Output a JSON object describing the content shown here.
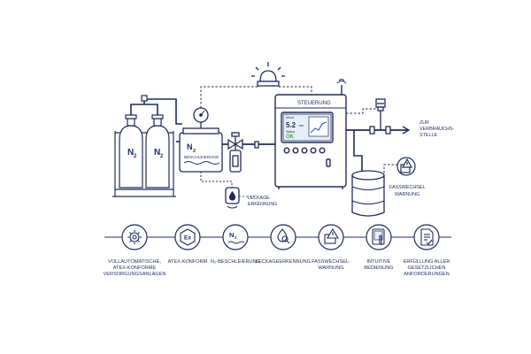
{
  "colors": {
    "ink": "#1f2d5c",
    "accent": "#2f5fa8",
    "ok": "#3fa34d",
    "light": "#e8eef7"
  },
  "labels": {
    "n2_cyl_1": "N",
    "n2_cyl_1_sub": "2",
    "n2_cyl_2": "N",
    "n2_cyl_2_sub": "2",
    "n2_box": "N",
    "n2_box_sub": "2",
    "n2_box_text": "BESCHLEIERUNG",
    "control_title": "STEUERUNG",
    "display_metric": "Menü",
    "display_value": "5.2",
    "display_unit": "bar",
    "display_status_label": "Status",
    "display_status": "OK",
    "leak_line1": "LECKAGE-",
    "leak_line2": "ERKENNUNG",
    "consumer_line1": "ZUR",
    "consumer_line2": "VERBRAUCHS-",
    "consumer_line3": "STELLE",
    "drum_line1": "FASSWECHSEL",
    "drum_line2": "WARNUNG"
  },
  "features": [
    {
      "icon": "gear-icon",
      "lines": [
        "VOLLAUTOMATISCHE,",
        "ATEX-KONFORME",
        "VERSORGUNGSANLAGEN"
      ]
    },
    {
      "icon": "ex-icon",
      "lines": [
        "ATEX-KONFORM"
      ]
    },
    {
      "icon": "n2-icon",
      "lines": [
        "N₂-BESCHLEIERUNG"
      ]
    },
    {
      "icon": "leak-icon",
      "lines": [
        "LECKAGEERKENNUNG"
      ]
    },
    {
      "icon": "drum-warning-icon",
      "lines": [
        "FASSWECHSEL-",
        "WARNUNG"
      ]
    },
    {
      "icon": "touch-icon",
      "lines": [
        "INTUITIVE",
        "BEDIENUNG"
      ]
    },
    {
      "icon": "document-icon",
      "lines": [
        "ERFÜLLUNG ALLER",
        "GESETZLICHEN",
        "ANFORDERUNGEN"
      ]
    }
  ],
  "feature_icon_text": {
    "ex": "Ex",
    "n2": "N",
    "n2_sub": "2"
  }
}
